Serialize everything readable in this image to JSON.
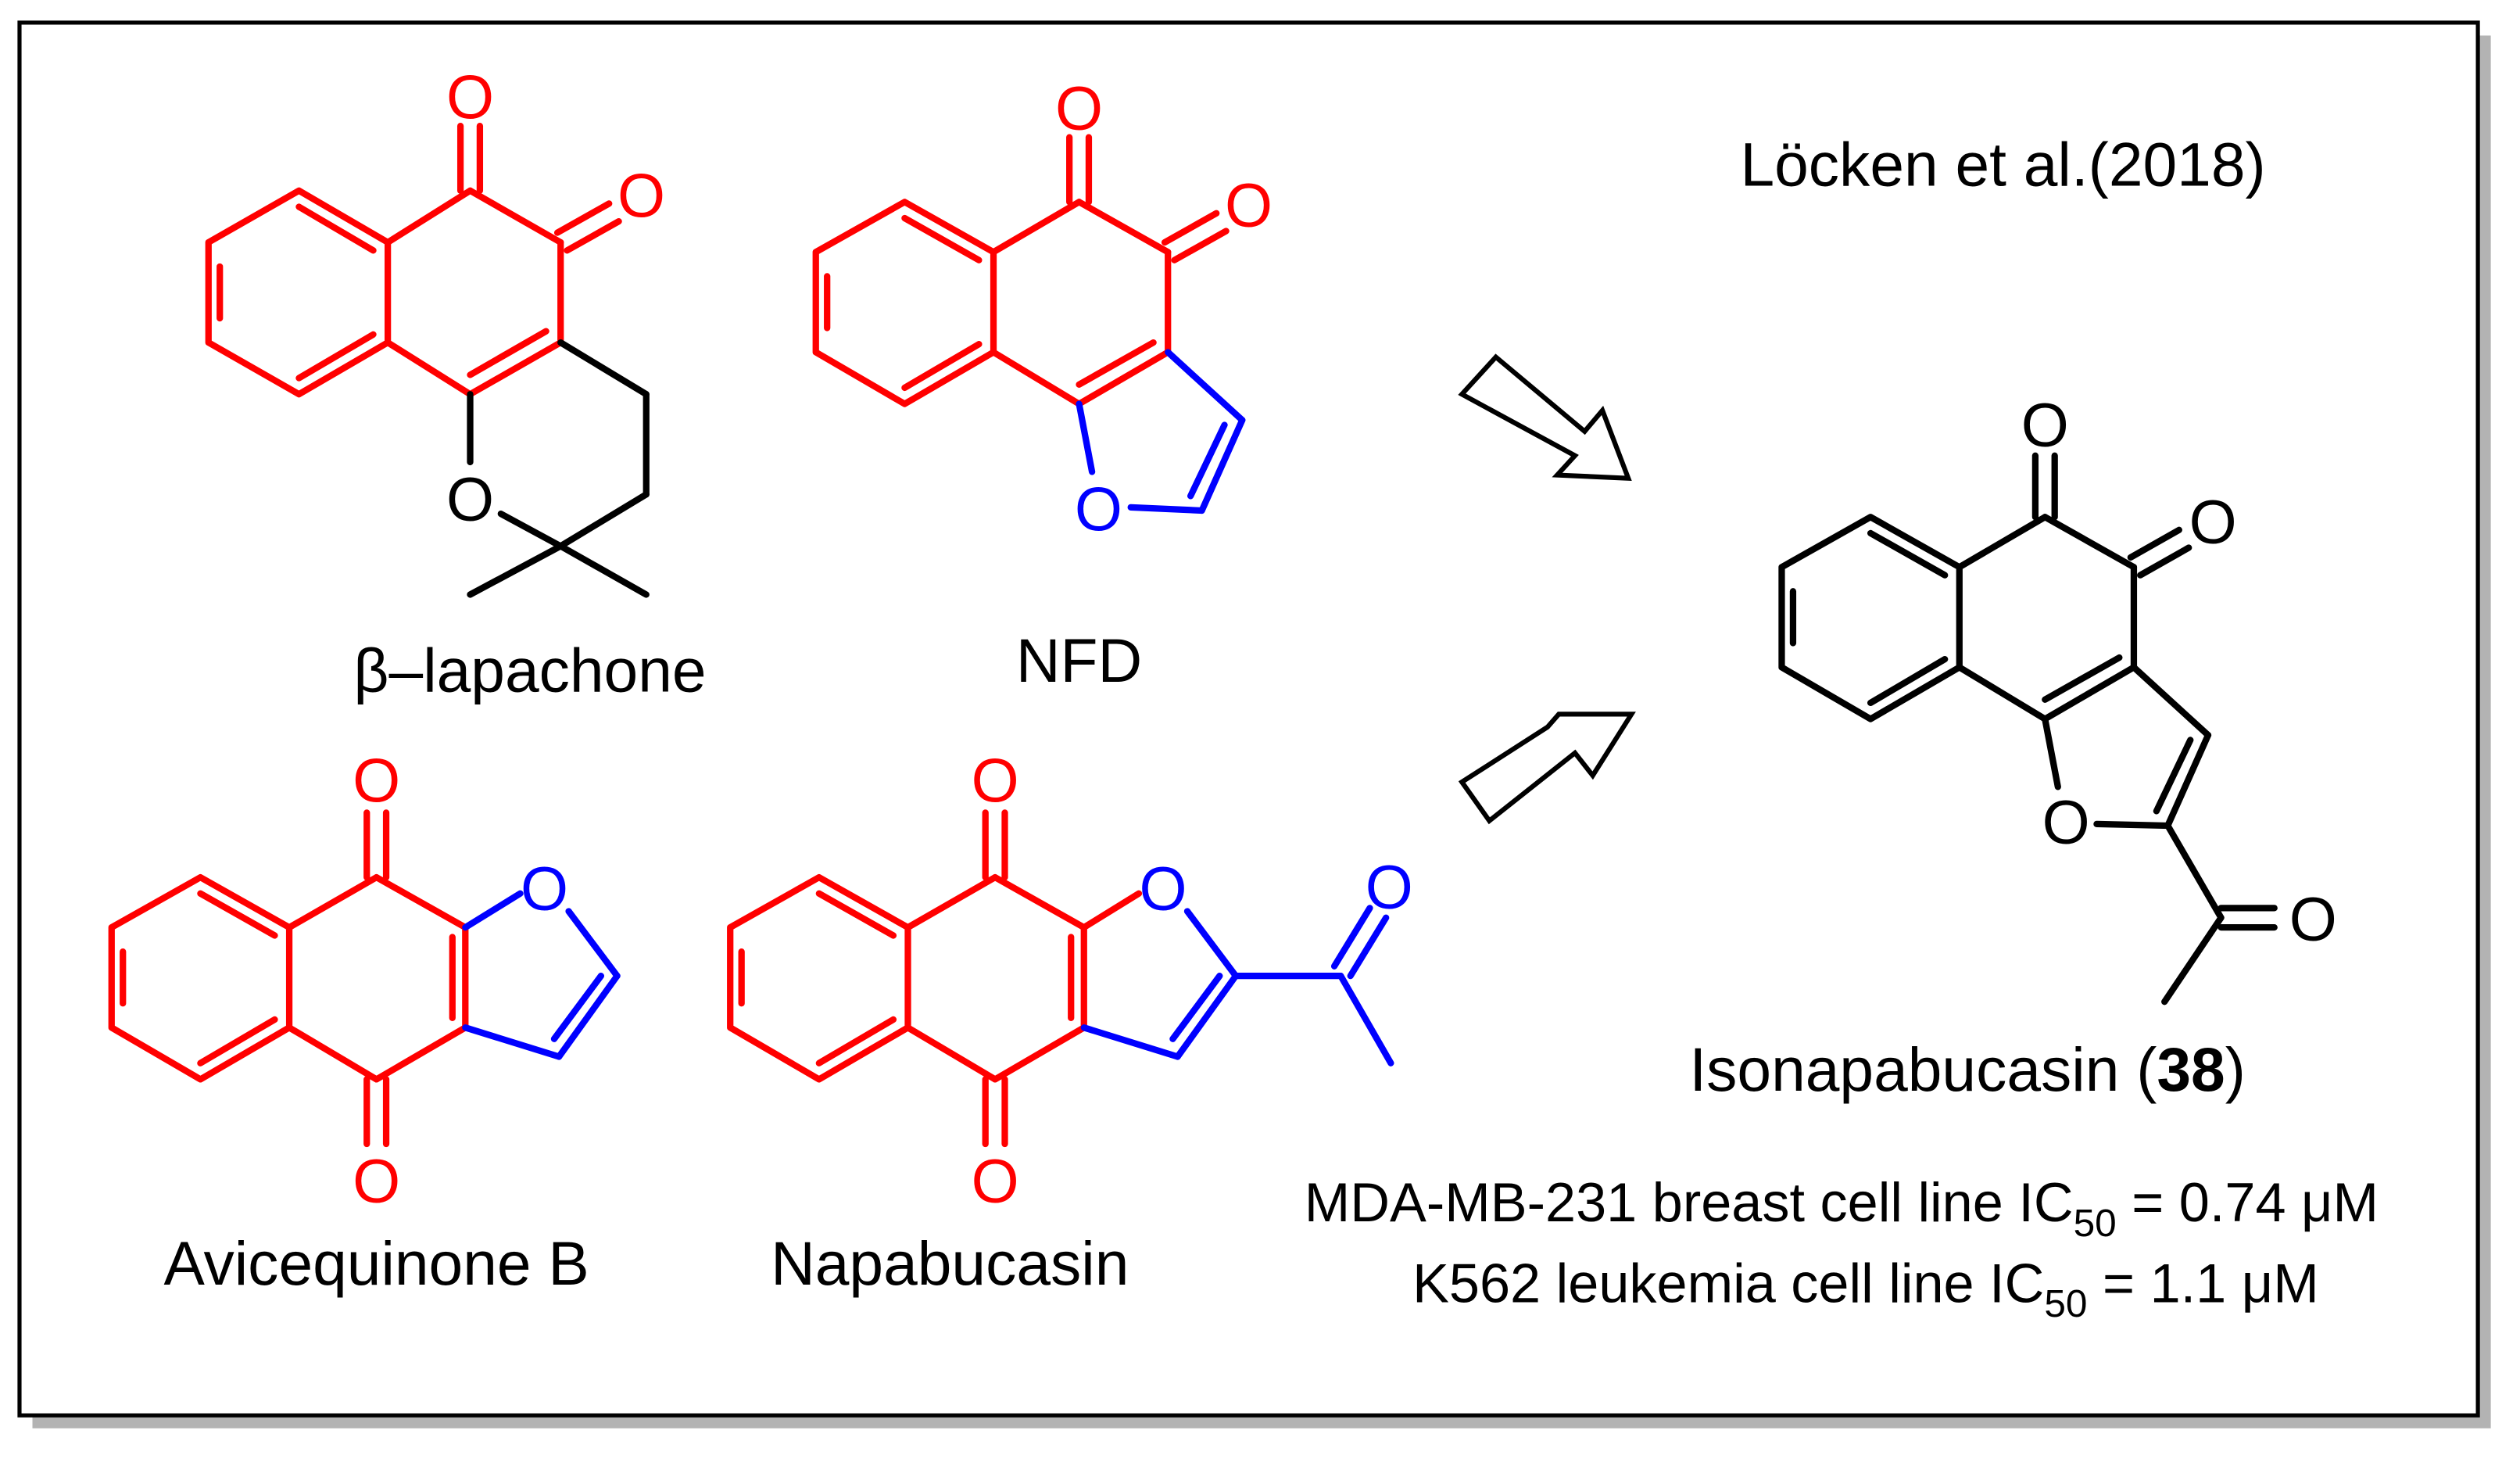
{
  "citation": "Löcken et al.(2018)",
  "compounds": {
    "beta_lapachone": {
      "label": "β–lapachone"
    },
    "nfd": {
      "label": "NFD"
    },
    "avicequinone_b": {
      "label": "Avicequinone B"
    },
    "napabucasin": {
      "label": "Napabucasin"
    },
    "isonapabucasin": {
      "label_prefix": "Isonapabucasin (",
      "number": "38",
      "label_suffix": ")"
    }
  },
  "atoms": {
    "oxygen": "O"
  },
  "activity": {
    "line1": {
      "prefix": "MDA-MB-231 breast cell line IC",
      "sub": "50",
      "suffix": " = 0.74 μM"
    },
    "line2": {
      "prefix": "K562 leukemia cell line IC",
      "sub": "50",
      "suffix": " = 1.1 μM"
    }
  },
  "colors": {
    "quinone_core": "#ff0000",
    "furan": "#0000ff",
    "bond": "#000000",
    "frame_shadow": "#b3b3b3"
  }
}
